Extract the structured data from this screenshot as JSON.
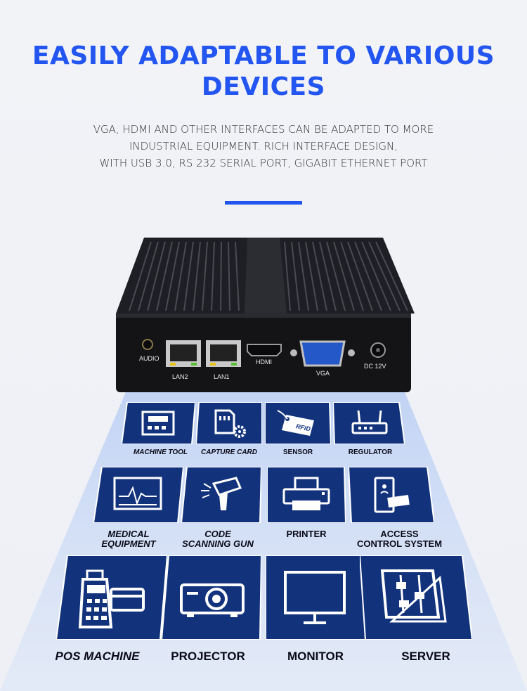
{
  "header": {
    "title_line1": "EASILY ADAPTABLE TO VARIOUS",
    "title_line2": "DEVICES",
    "subtitle_line1": "VGA, HDMI AND OTHER INTERFACES CAN BE ADAPTED TO MORE",
    "subtitle_line2": "INDUSTRIAL EQUIPMENT. RICH INTERFACE DESIGN,",
    "subtitle_line3": "WITH USB 3.0, RS 232 SERIAL PORT, GIGABIT ETHERNET PORT"
  },
  "colors": {
    "accent": "#2355f0",
    "tile_blue": "#12337c",
    "device_black": "#16161a"
  },
  "device": {
    "ports": {
      "audio": "AUDIO",
      "lan2": "LAN2",
      "lan1": "LAN1",
      "hdmi": "HDMI",
      "vga": "VGA",
      "dc": "DC 12V"
    }
  },
  "applications": {
    "row1": [
      {
        "label": "MACHINE TOOL",
        "icon": "machine-tool-icon"
      },
      {
        "label": "CAPTURE CARD",
        "icon": "capture-card-icon"
      },
      {
        "label": "SENSOR",
        "icon": "rfid-tag-icon",
        "tag_text": "RFID"
      },
      {
        "label": "REGULATOR",
        "icon": "router-icon"
      }
    ],
    "row2": [
      {
        "label_line1": "MEDICAL",
        "label_line2": "EQUIPMENT",
        "icon": "medical-monitor-icon"
      },
      {
        "label_line1": "CODE",
        "label_line2": "SCANNING GUN",
        "icon": "barcode-scanner-icon"
      },
      {
        "label_line1": "PRINTER",
        "label_line2": "",
        "icon": "printer-icon"
      },
      {
        "label_line1": "ACCESS",
        "label_line2": "CONTROL SYSTEM",
        "icon": "card-reader-icon"
      }
    ],
    "row3": [
      {
        "label": "POS MACHINE",
        "icon": "pos-terminal-icon"
      },
      {
        "label": "PROJECTOR",
        "icon": "projector-icon"
      },
      {
        "label": "MONITOR",
        "icon": "monitor-icon"
      },
      {
        "label": "SERVER",
        "icon": "server-icon"
      }
    ]
  }
}
